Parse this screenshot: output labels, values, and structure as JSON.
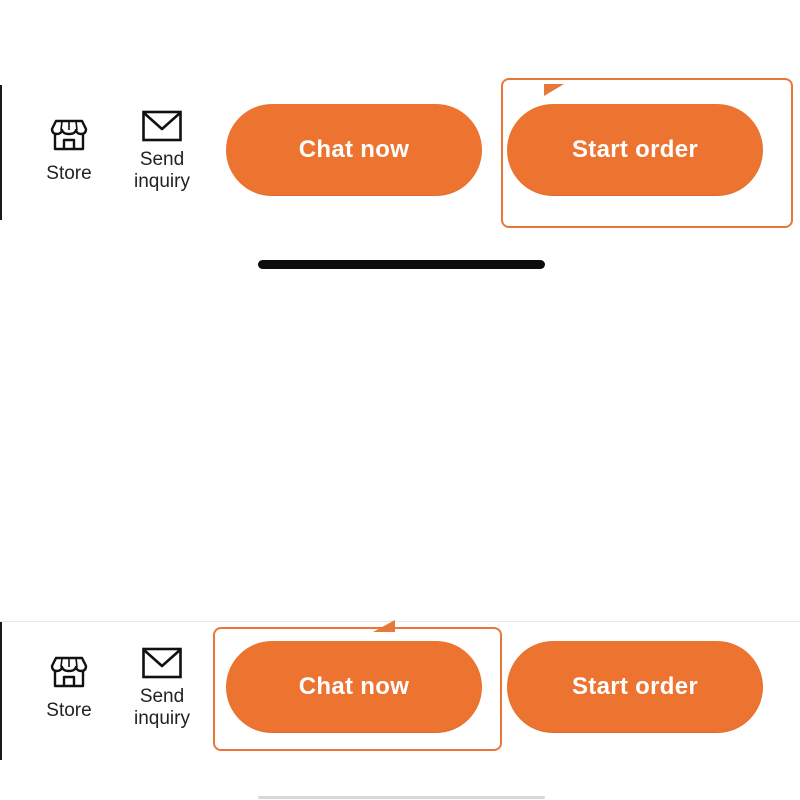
{
  "colors": {
    "accent": "#ec7430",
    "highlight": "#e8773a",
    "text": "#222222",
    "button_text": "#ffffff"
  },
  "top_bar": {
    "store": {
      "label": "Store",
      "icon": "store-icon"
    },
    "inquiry": {
      "label": "Send\ninquiry",
      "icon": "mail-icon"
    },
    "chat_button": "Chat now",
    "order_button": "Start order",
    "highlighted": "order_button"
  },
  "bottom_bar": {
    "store": {
      "label": "Store",
      "icon": "store-icon"
    },
    "inquiry": {
      "label": "Send\ninquiry",
      "icon": "mail-icon"
    },
    "chat_button": "Chat now",
    "order_button": "Start order",
    "highlighted": "chat_button"
  }
}
